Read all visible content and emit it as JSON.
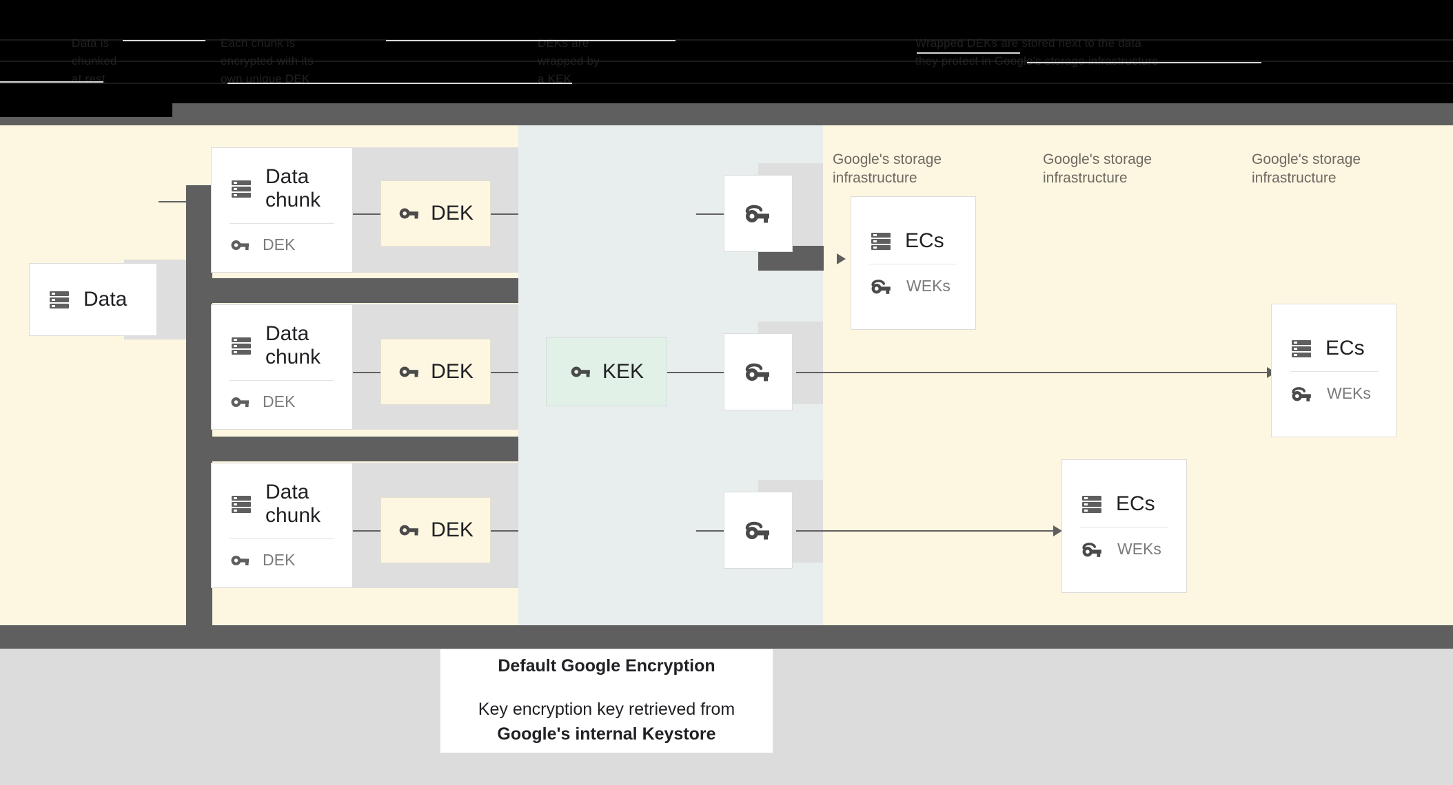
{
  "header": {
    "columns": [
      {
        "lines": [
          "Data is",
          "chunked",
          "at rest"
        ]
      },
      {
        "lines": [
          "Each chunk is",
          "encrypted with its",
          "own unique DEK"
        ]
      },
      {
        "lines": [
          "DEKs are",
          "wrapped by",
          "a KEK"
        ]
      },
      {
        "lines": [
          "Wrapped DEKs are stored next to the data",
          "they protect in Google's storage infrastructure"
        ]
      }
    ]
  },
  "zones": {
    "storage_label": "Google's storage\ninfrastructure",
    "labels": [
      "Google's storage\ninfrastructure",
      "Google's storage\ninfrastructure",
      "Google's storage\ninfrastructure"
    ]
  },
  "nodes": {
    "data": {
      "title": "Data"
    },
    "chunks": [
      {
        "title": "Data\nchunk",
        "key_label": "DEK"
      },
      {
        "title": "Data\nchunk",
        "key_label": "DEK"
      },
      {
        "title": "Data\nchunk",
        "key_label": "DEK"
      }
    ],
    "deks": [
      {
        "label": "DEK"
      },
      {
        "label": "DEK"
      },
      {
        "label": "DEK"
      }
    ],
    "kek": {
      "label": "KEK"
    },
    "wrapped": [
      {
        "icon": "wrapped-key-icon"
      },
      {
        "icon": "wrapped-key-icon"
      },
      {
        "icon": "wrapped-key-icon"
      }
    ],
    "ecs": [
      {
        "title": "ECs",
        "key_label": "WEKs"
      },
      {
        "title": "ECs",
        "key_label": "WEKs"
      },
      {
        "title": "ECs",
        "key_label": "WEKs"
      }
    ]
  },
  "caption": {
    "title": "Default Google Encryption",
    "line1": "Key encryption key retrieved from",
    "line2": "Google's internal Keystore"
  },
  "colors": {
    "band_cream": "#fdf6e1",
    "band_gray_blue": "#e8edee",
    "dek_fill": "#fdf6e1",
    "kek_fill": "#e2f1e8",
    "connector_gray": "#5f5f5f",
    "soft_gray": "#dedede",
    "page_bottom": "#dcdcdc"
  }
}
